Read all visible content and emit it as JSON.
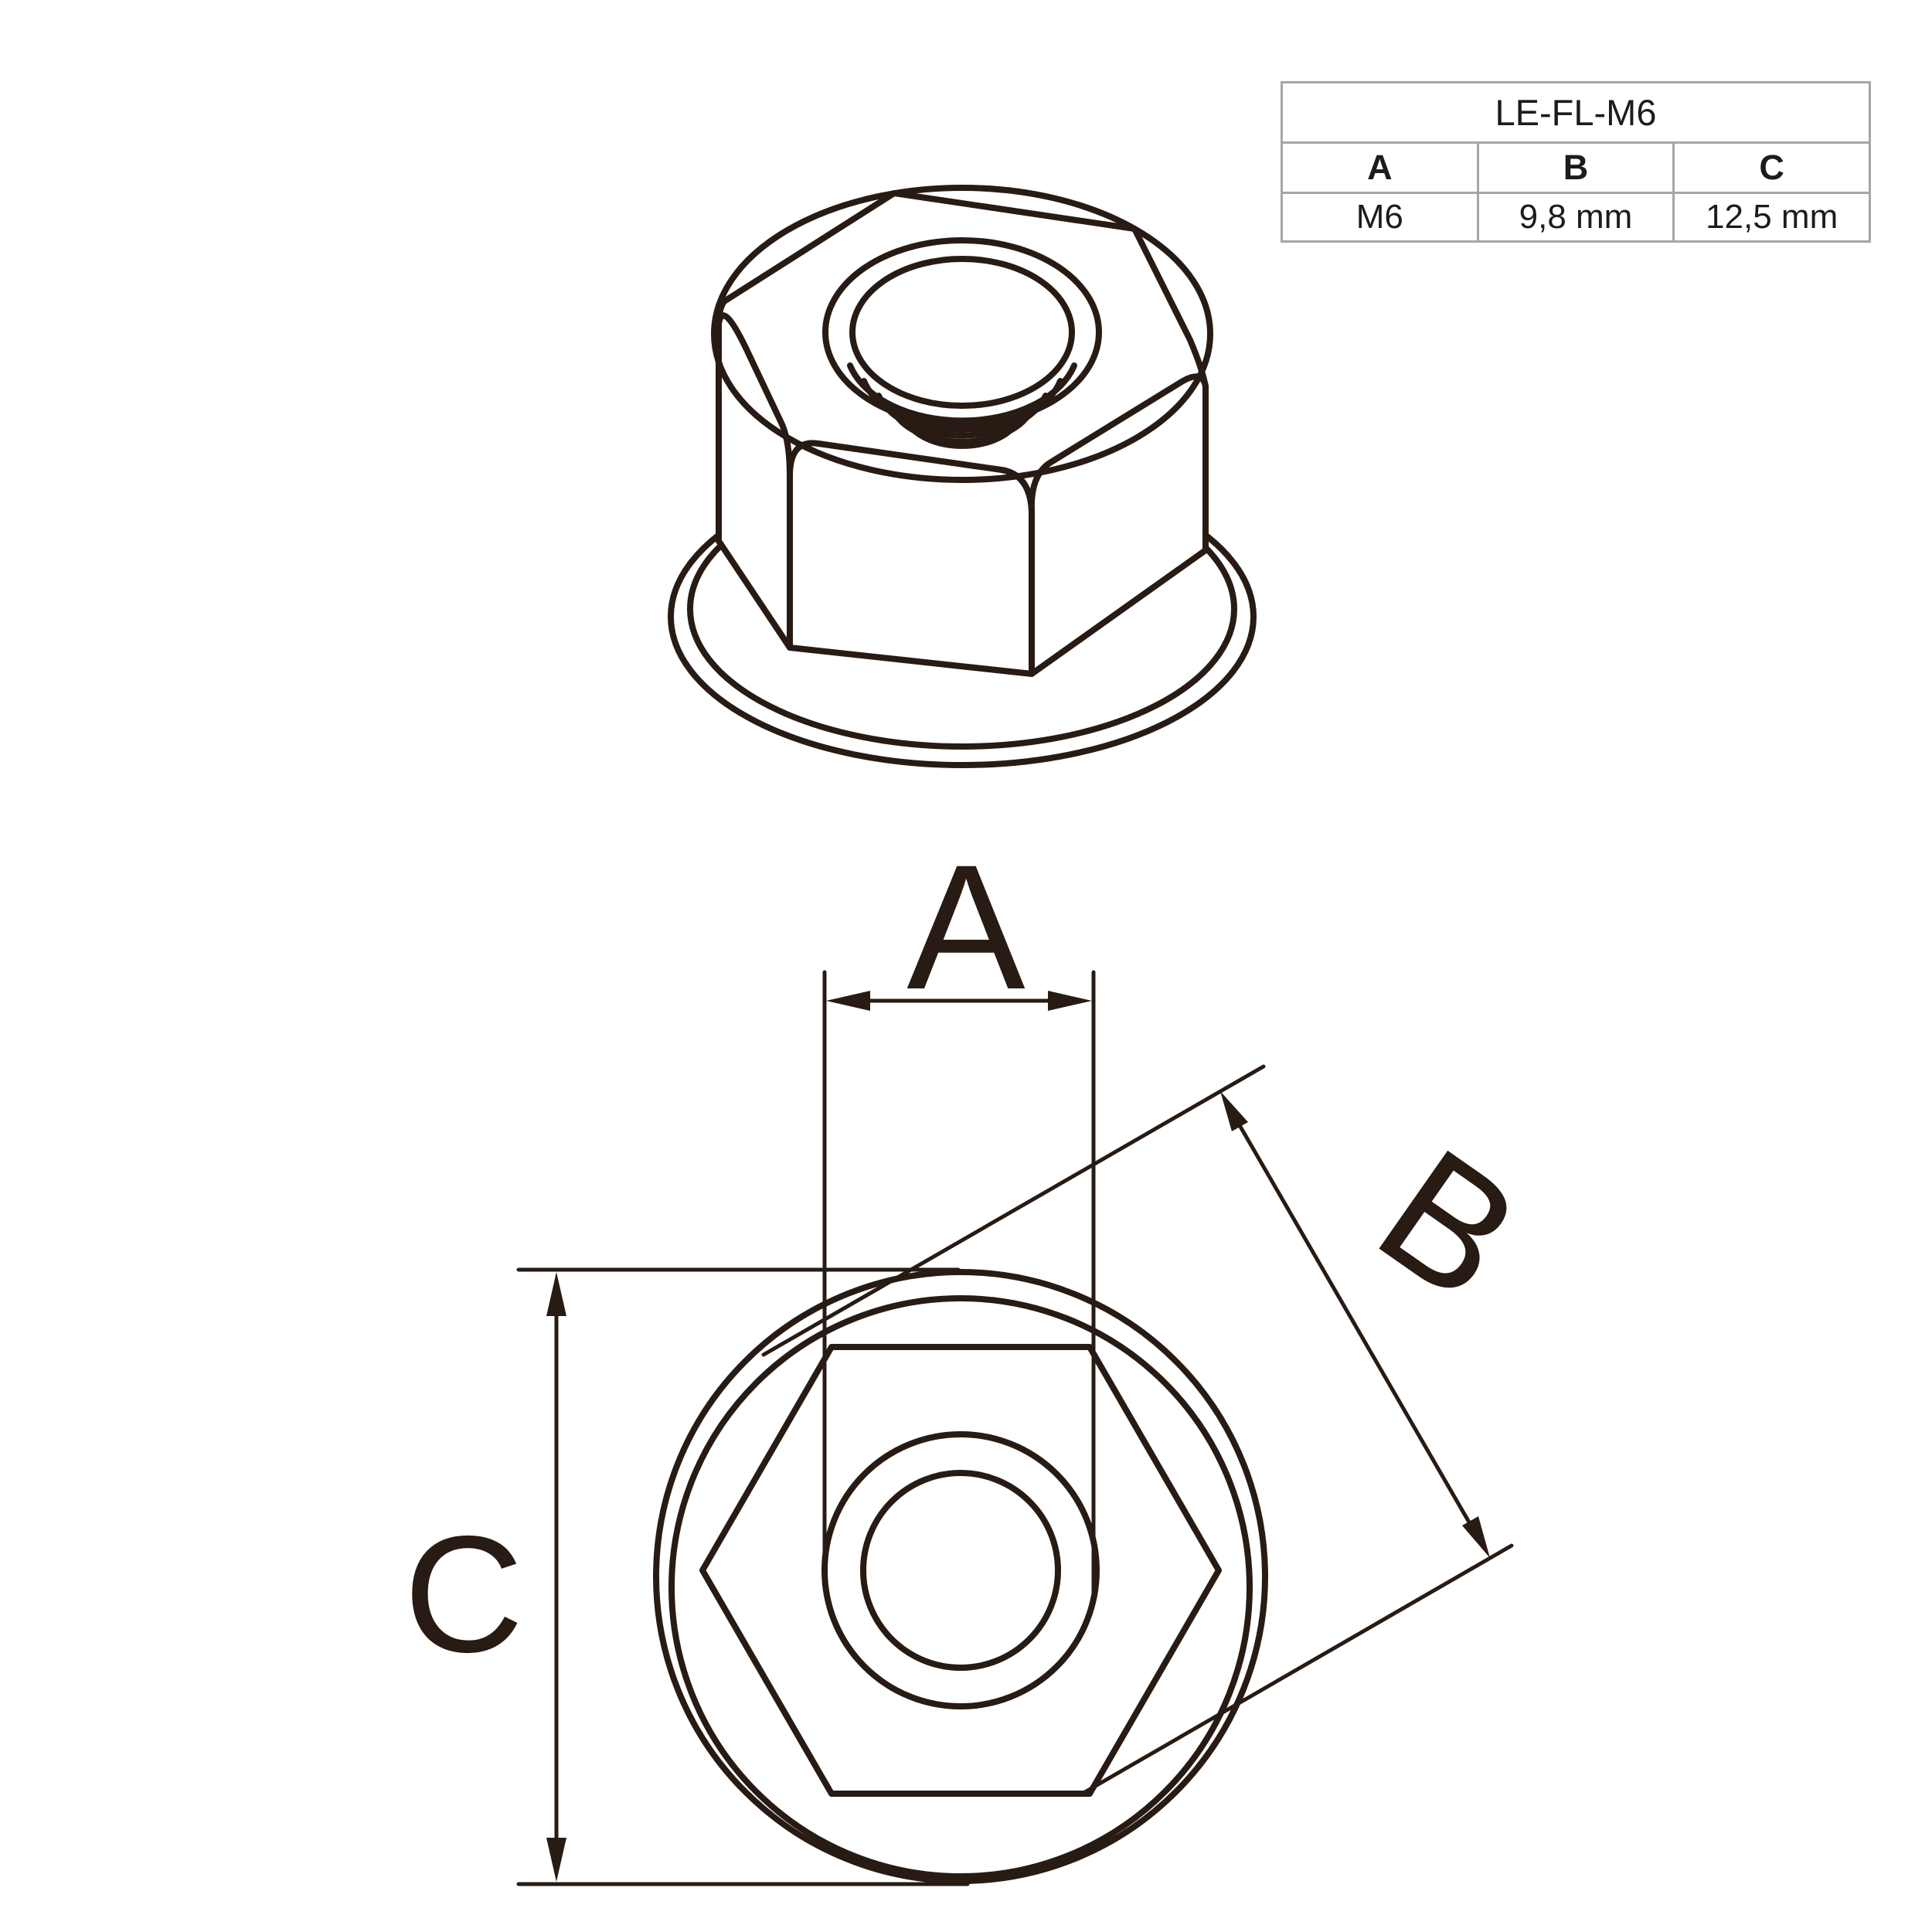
{
  "table": {
    "title": "LE-FL-M6",
    "columns": [
      "A",
      "B",
      "C"
    ],
    "values": [
      "M6",
      "9,8 mm",
      "12,5 mm"
    ]
  },
  "dimensions": {
    "a": "A",
    "b": "B",
    "c": "C"
  },
  "colors": {
    "line": "#281b13",
    "dim_text": "#281b13",
    "table_border": "#a6a6a6",
    "table_text": "#1c1c1c",
    "background": "#ffffff"
  }
}
